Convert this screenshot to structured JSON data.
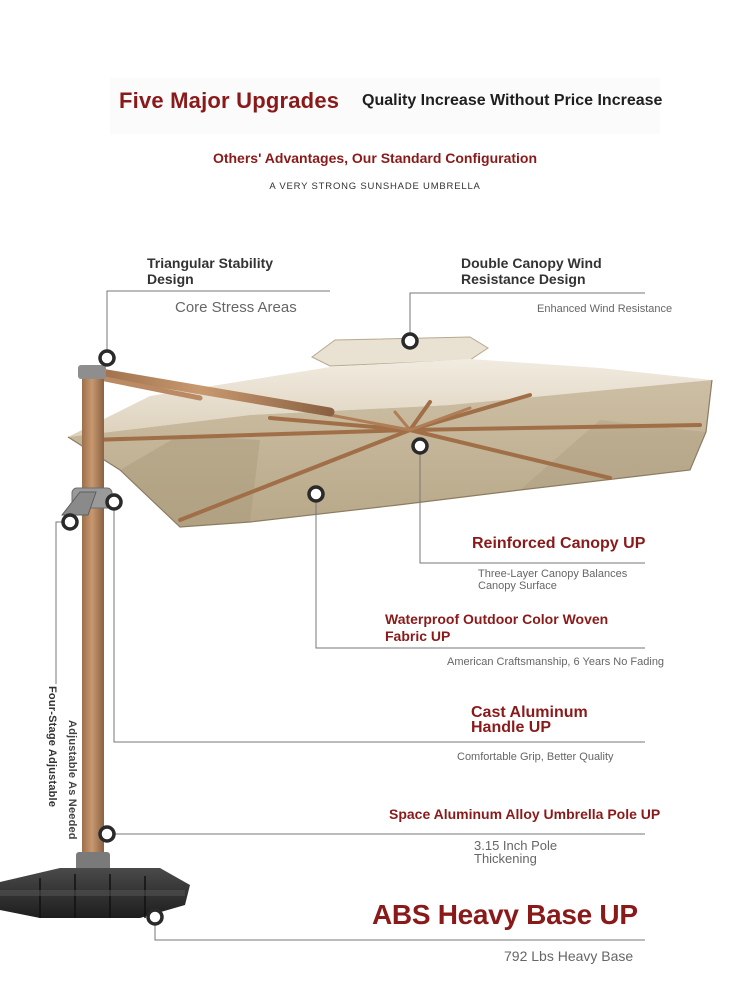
{
  "header": {
    "title_left": "Five Major Upgrades",
    "title_right": "Quality Increase Without Price Increase",
    "subtitle": "Others' Advantages, Our Standard Configuration",
    "tagline": "A VERY STRONG SUNSHADE UMBRELLA"
  },
  "callouts": {
    "triangular": {
      "title_line1": "Triangular Stability",
      "title_line2": "Design",
      "desc": "Core Stress Areas"
    },
    "double_canopy": {
      "title_line1": "Double Canopy Wind",
      "title_line2": "Resistance Design",
      "desc": "Enhanced Wind Resistance"
    },
    "reinforced": {
      "title": "Reinforced Canopy UP",
      "desc_line1": "Three-Layer Canopy Balances",
      "desc_line2": "Canopy Surface"
    },
    "waterproof": {
      "title_line1": "Waterproof Outdoor Color Woven",
      "title_line2": "Fabric UP",
      "desc": "American Craftsmanship, 6 Years No Fading"
    },
    "handle": {
      "title_line1": "Cast Aluminum",
      "title_line2": "Handle UP",
      "desc": "Comfortable Grip, Better Quality"
    },
    "pole": {
      "title": "Space Aluminum Alloy Umbrella Pole UP",
      "desc_line1": "3.15 Inch Pole",
      "desc_line2": "Thickening"
    },
    "base": {
      "title": "ABS Heavy Base UP",
      "desc": "792 Lbs Heavy Base"
    }
  },
  "side_text": {
    "left": "Four-Stage Adjustable",
    "right": "Adjustable As Needed"
  },
  "colors": {
    "accent_red": "#8a1a1a",
    "canopy": "#c9b99f",
    "wood": "#b98a63",
    "base": "#2b2b2b"
  }
}
